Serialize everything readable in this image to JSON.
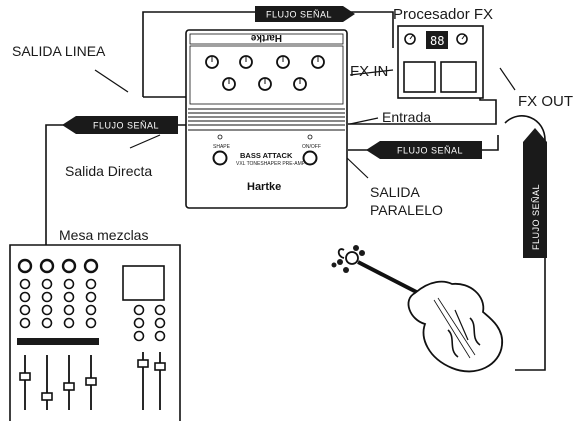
{
  "labels": {
    "salida_linea": "SALIDA LINEA",
    "procesador_fx": "Procesador FX",
    "fx_in": "FX IN",
    "fx_out": "FX OUT",
    "entrada": "Entrada",
    "salida_directa": "Salida Directa",
    "salida_paralelo_1": "SALIDA",
    "salida_paralelo_2": "PARALELO",
    "mesa_mezclas": "Mesa mezclas"
  },
  "arrows": {
    "top": "FLUJO SEÑAL",
    "left": "FLUJO SEÑAL",
    "right": "FLUJO SEÑAL",
    "vertical": "FLUJO SEÑAL"
  },
  "pedal": {
    "brand_top": "Hartke",
    "model": "BASS ATTACK",
    "model_sub": "VXL TONESHAPER PRE-AMP",
    "brand_bottom": "Hartke",
    "switch_left": "SHAPE",
    "switch_right": "ON/OFF"
  },
  "fx_display": "88"
}
